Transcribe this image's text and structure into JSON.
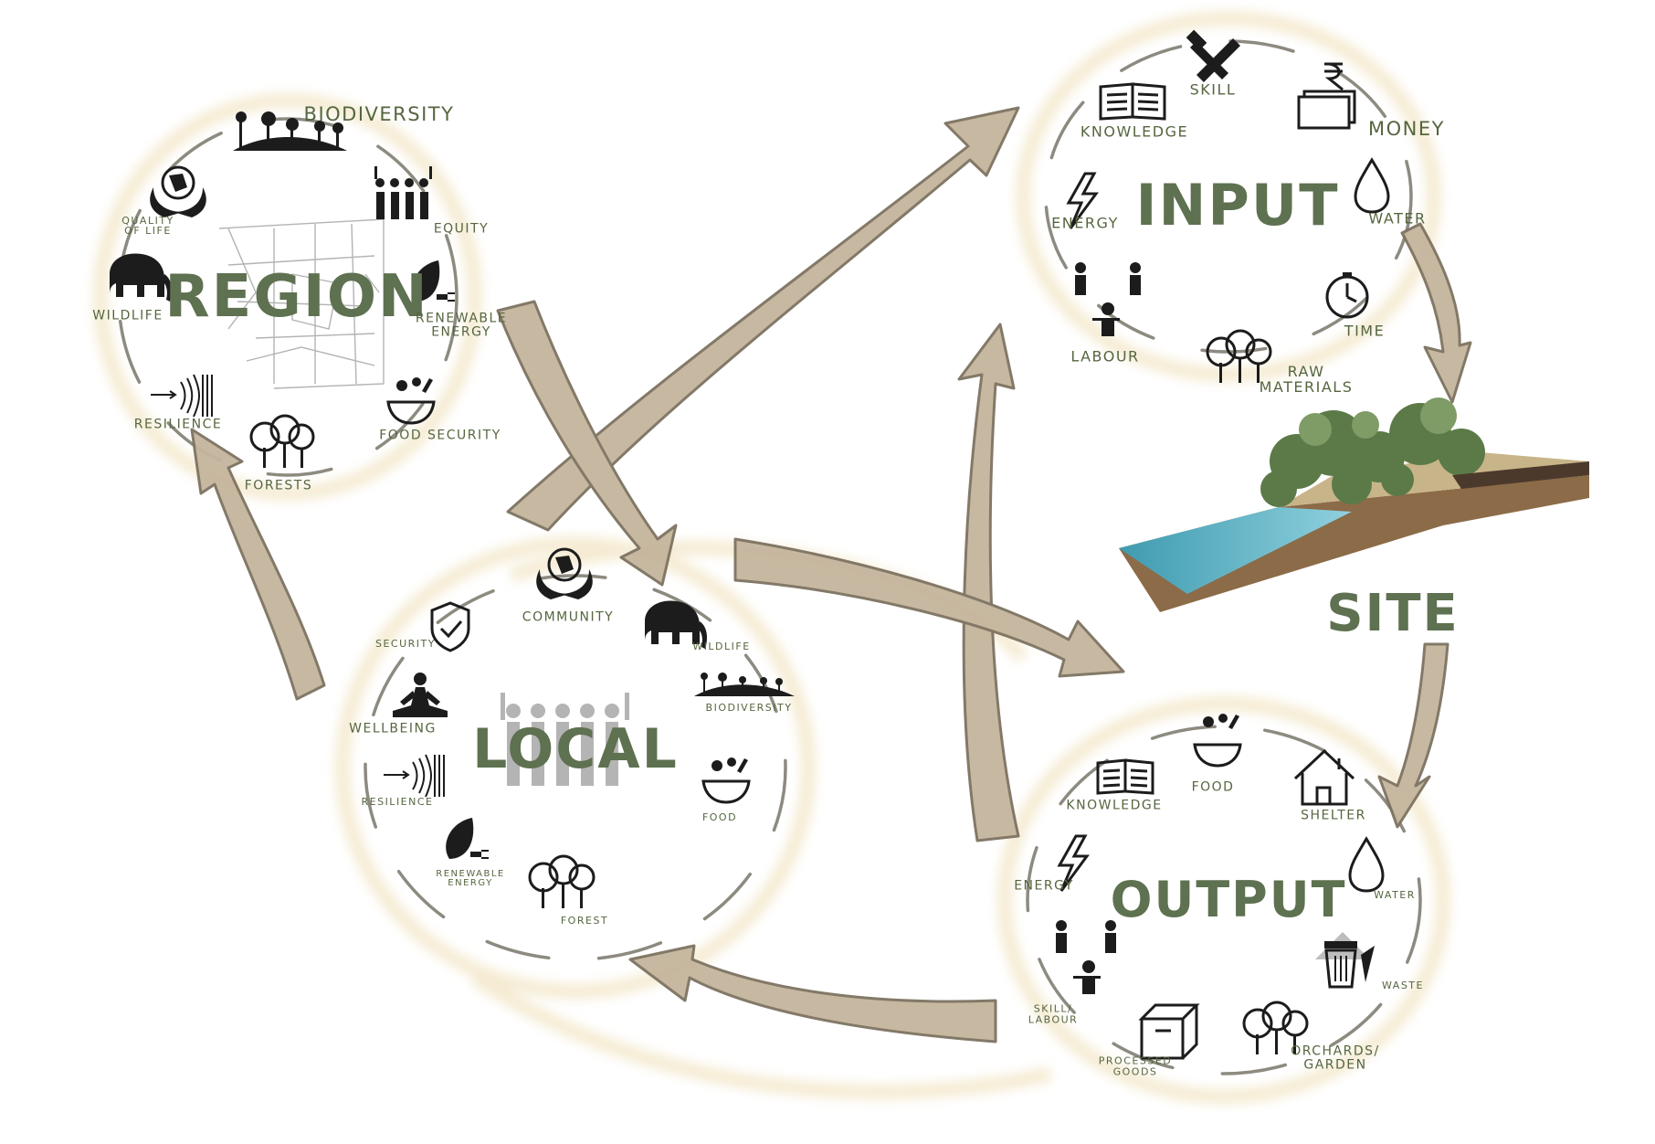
{
  "titles": {
    "region": "REGION",
    "input": "INPUT",
    "local": "LOCAL",
    "output": "OUTPUT",
    "site": "SITE"
  },
  "region": {
    "biodiversity": "BIODIVERSITY",
    "quality_of_life": "QUALITY\nOF LIFE",
    "equity": "EQUITY",
    "wildlife": "WILDLIFE",
    "renewable_energy": "RENEWABLE\nENERGY",
    "resilience": "RESILIENCE",
    "food_security": "FOOD SECURITY",
    "forests": "FORESTS"
  },
  "input": {
    "skill": "SKILL",
    "knowledge": "KNOWLEDGE",
    "money": "MONEY",
    "energy": "ENERGY",
    "water": "WATER",
    "labour": "LABOUR",
    "time": "TIME",
    "raw_materials": "RAW\nMATERIALS"
  },
  "local": {
    "community": "COMMUNITY",
    "security": "SECURITY",
    "wildlife": "WILDLIFE",
    "biodiversity": "BIODIVERSITY",
    "wellbeing": "WELLBEING",
    "resilience": "RESILIENCE",
    "food": "FOOD",
    "renewable_energy": "RENEWABLE\nENERGY",
    "forest": "FOREST"
  },
  "output": {
    "food": "FOOD",
    "knowledge": "KNOWLEDGE",
    "shelter": "SHELTER",
    "energy": "ENERGY",
    "water": "WATER",
    "waste": "WASTE",
    "skill_labour": "SKILL/\nLABOUR",
    "processed_goods": "PROCESSED\nGOODS",
    "orchards_garden": "ORCHARDS/\nGARDEN"
  }
}
